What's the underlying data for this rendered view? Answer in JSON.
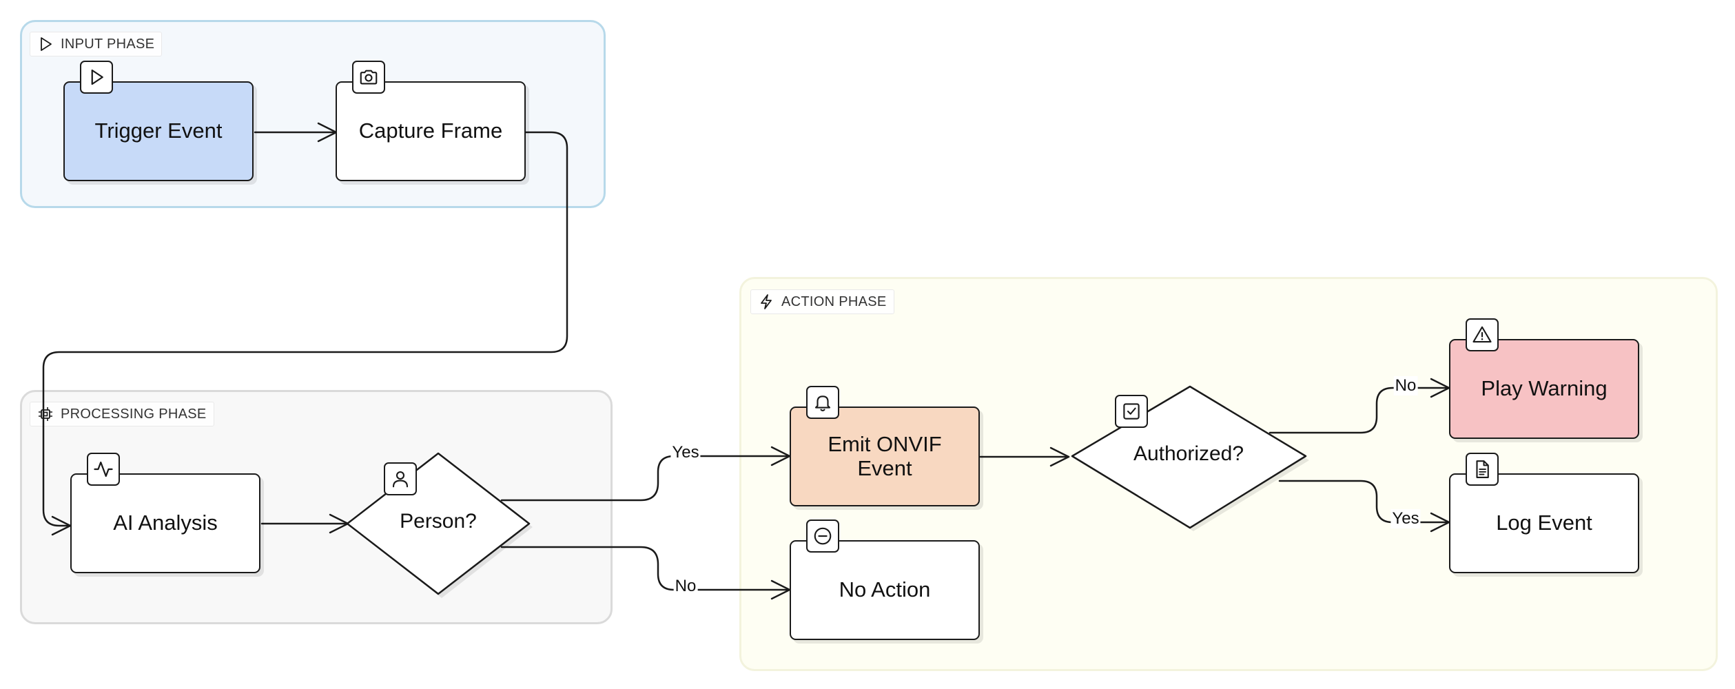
{
  "groups": {
    "input": {
      "label": "INPUT PHASE",
      "icon": "play-icon"
    },
    "processing": {
      "label": "PROCESSING PHASE",
      "icon": "cpu-icon"
    },
    "action": {
      "label": "ACTION PHASE",
      "icon": "lightning-icon"
    }
  },
  "nodes": {
    "trigger_event": {
      "label": "Trigger Event",
      "icon": "play-icon",
      "fill": "#c7daf8"
    },
    "capture_frame": {
      "label": "Capture Frame",
      "icon": "camera-icon",
      "fill": "#ffffff"
    },
    "ai_analysis": {
      "label": "AI Analysis",
      "icon": "activity-icon",
      "fill": "#ffffff"
    },
    "person": {
      "label": "Person?",
      "icon": "user-icon",
      "fill": "#ffffff"
    },
    "emit_onvif": {
      "label": "Emit ONVIF Event",
      "icon": "bell-icon",
      "fill": "#f8d8c1"
    },
    "no_action": {
      "label": "No Action",
      "icon": "minus-circle-icon",
      "fill": "#ffffff"
    },
    "authorized": {
      "label": "Authorized?",
      "icon": "check-square-icon",
      "fill": "#ffffff"
    },
    "play_warning": {
      "label": "Play Warning",
      "icon": "warning-icon",
      "fill": "#f7c2c4"
    },
    "log_event": {
      "label": "Log Event",
      "icon": "file-text-icon",
      "fill": "#ffffff"
    }
  },
  "edges": {
    "person_yes": "Yes",
    "person_no": "No",
    "authorized_no": "No",
    "authorized_yes": "Yes"
  },
  "colors": {
    "stroke": "#1a1a1a",
    "input_phase_bg": "#f4f8fc",
    "input_phase_border": "#b7d9ea",
    "processing_phase_bg": "#f8f8f8",
    "action_phase_bg": "#fefef3"
  }
}
